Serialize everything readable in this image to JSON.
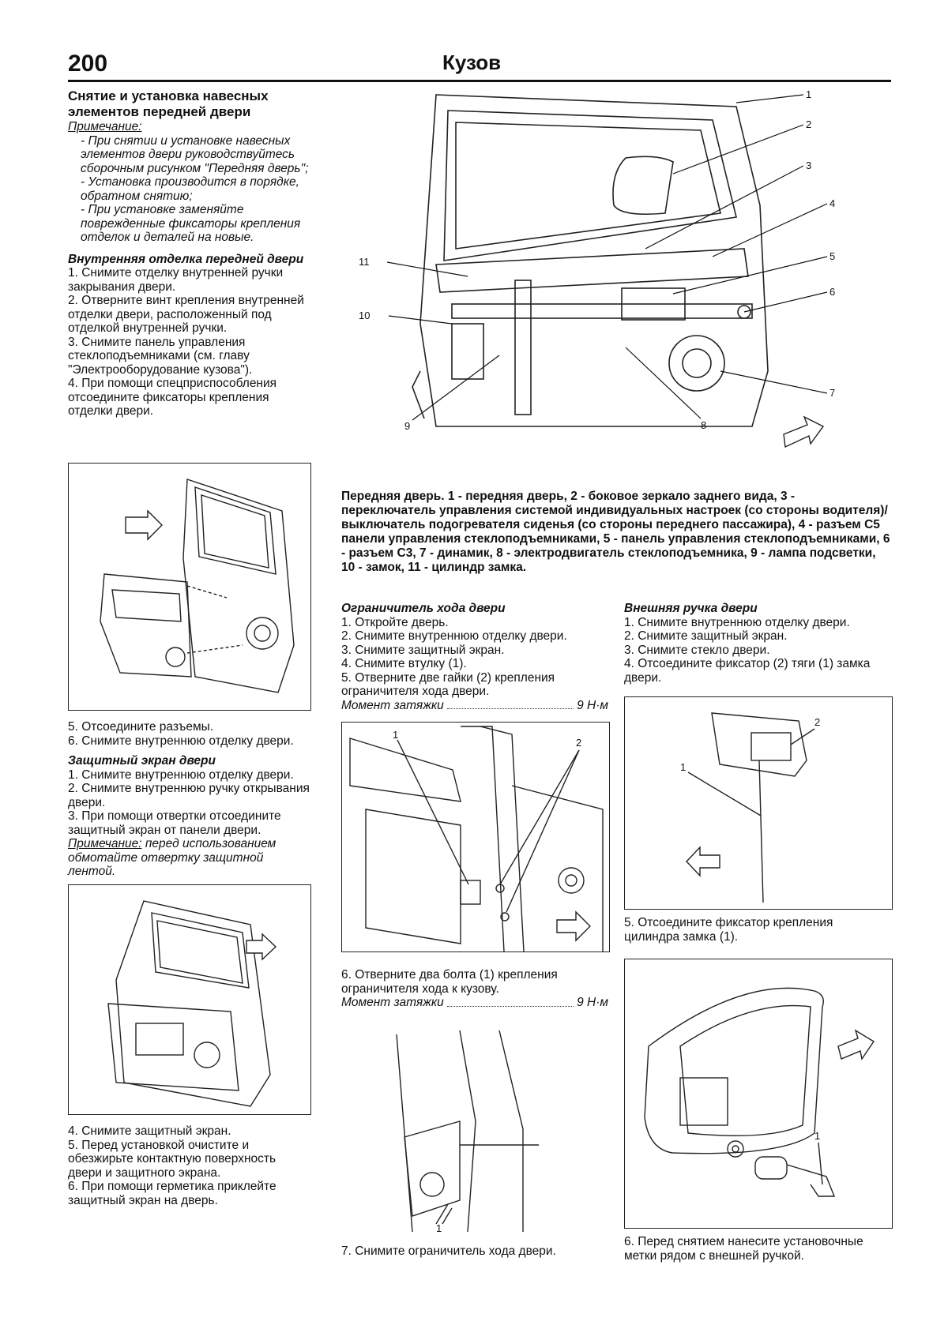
{
  "header": {
    "page_number": "200",
    "section_title": "Кузов"
  },
  "left_column": {
    "title": "Снятие и установка навесных элементов передней двери",
    "note_label": "Примечание:",
    "notes": [
      "- При снятии и установке навесных элементов двери руководствуйтесь сборочным рисунком \"Передняя дверь\";",
      "- Установка производится в порядке, обратном снятию;",
      "- При установке заменяйте поврежденные фиксаторы крепления отделок и деталей на новые."
    ],
    "inner_trim_heading": "Внутренняя отделка передней двери",
    "inner_trim_steps": [
      "1. Снимите отделку внутренней ручки закрывания двери.",
      "2. Отверните винт крепления внутренней отделки двери, расположенный под отделкой внутренней ручки.",
      "3. Снимите панель управления стеклоподъемниками (см. главу \"Электрооборудование кузова\").",
      "4. При помощи спецприспособления отсоедините фиксаторы крепления отделки двери."
    ],
    "inner_trim_steps_after": [
      "5. Отсоедините разъемы.",
      "6. Снимите внутреннюю отделку двери."
    ],
    "shield_heading": "Защитный экран двери",
    "shield_steps": [
      "1. Снимите внутреннюю отделку двери.",
      "2. Снимите внутреннюю ручку открывания двери.",
      "3. При помощи отвертки отсоедините защитный экран от панели двери."
    ],
    "shield_note_label": "Примечание:",
    "shield_note": "перед использованием обмотайте отвертку защитной лентой.",
    "shield_steps_after": [
      "4. Снимите защитный экран.",
      "5. Перед установкой очистите и обезжирьте контактную поверхность двери и защитного экрана.",
      "6. При помощи герметика приклейте защитный экран на дверь."
    ]
  },
  "main_figure": {
    "caption": "Передняя дверь. 1 - передняя дверь, 2 - боковое зеркало заднего вида, 3 - переключатель управления системой индивидуальных настроек (со стороны водителя)/выключатель подогревателя сиденья (со стороны переднего пассажира), 4 - разъем С5 панели управления стеклоподъемниками, 5 - панель управления стеклоподъемниками, 6 - разъем С3, 7 - динамик, 8 - электродвигатель стеклоподъемника, 9 - лампа подсветки, 10 - замок, 11 - цилиндр замка.",
    "labels": [
      "1",
      "2",
      "3",
      "4",
      "5",
      "6",
      "7",
      "8",
      "9",
      "10",
      "11"
    ]
  },
  "middle_column": {
    "heading": "Ограничитель хода двери",
    "steps": [
      "1. Откройте дверь.",
      "2. Снимите внутреннюю отделку двери.",
      "3. Снимите защитный экран.",
      "4. Снимите втулку (1).",
      "5. Отверните две гайки (2) крепления ограничителя хода двери."
    ],
    "torque_label": "Момент затяжки",
    "torque_value": "9 Н·м",
    "fig_labels": [
      "1",
      "2"
    ],
    "step6": "6. Отверните два болта (1) крепления ограничителя хода к кузову.",
    "torque2_label": "Момент затяжки",
    "torque2_value": "9 Н·м",
    "fig2_label": "1",
    "step7": "7. Снимите ограничитель хода двери."
  },
  "right_column": {
    "heading": "Внешняя ручка двери",
    "steps": [
      "1. Снимите внутреннюю отделку двери.",
      "2. Снимите защитный экран.",
      "3. Снимите стекло двери.",
      "4. Отсоедините фиксатор (2) тяги (1) замка двери."
    ],
    "fig_labels": [
      "1",
      "2"
    ],
    "step5": "5. Отсоедините фиксатор крепления цилиндра замка (1).",
    "fig2_label": "1",
    "step6": "6. Перед снятием нанесите установочные метки рядом с внешней ручкой."
  }
}
